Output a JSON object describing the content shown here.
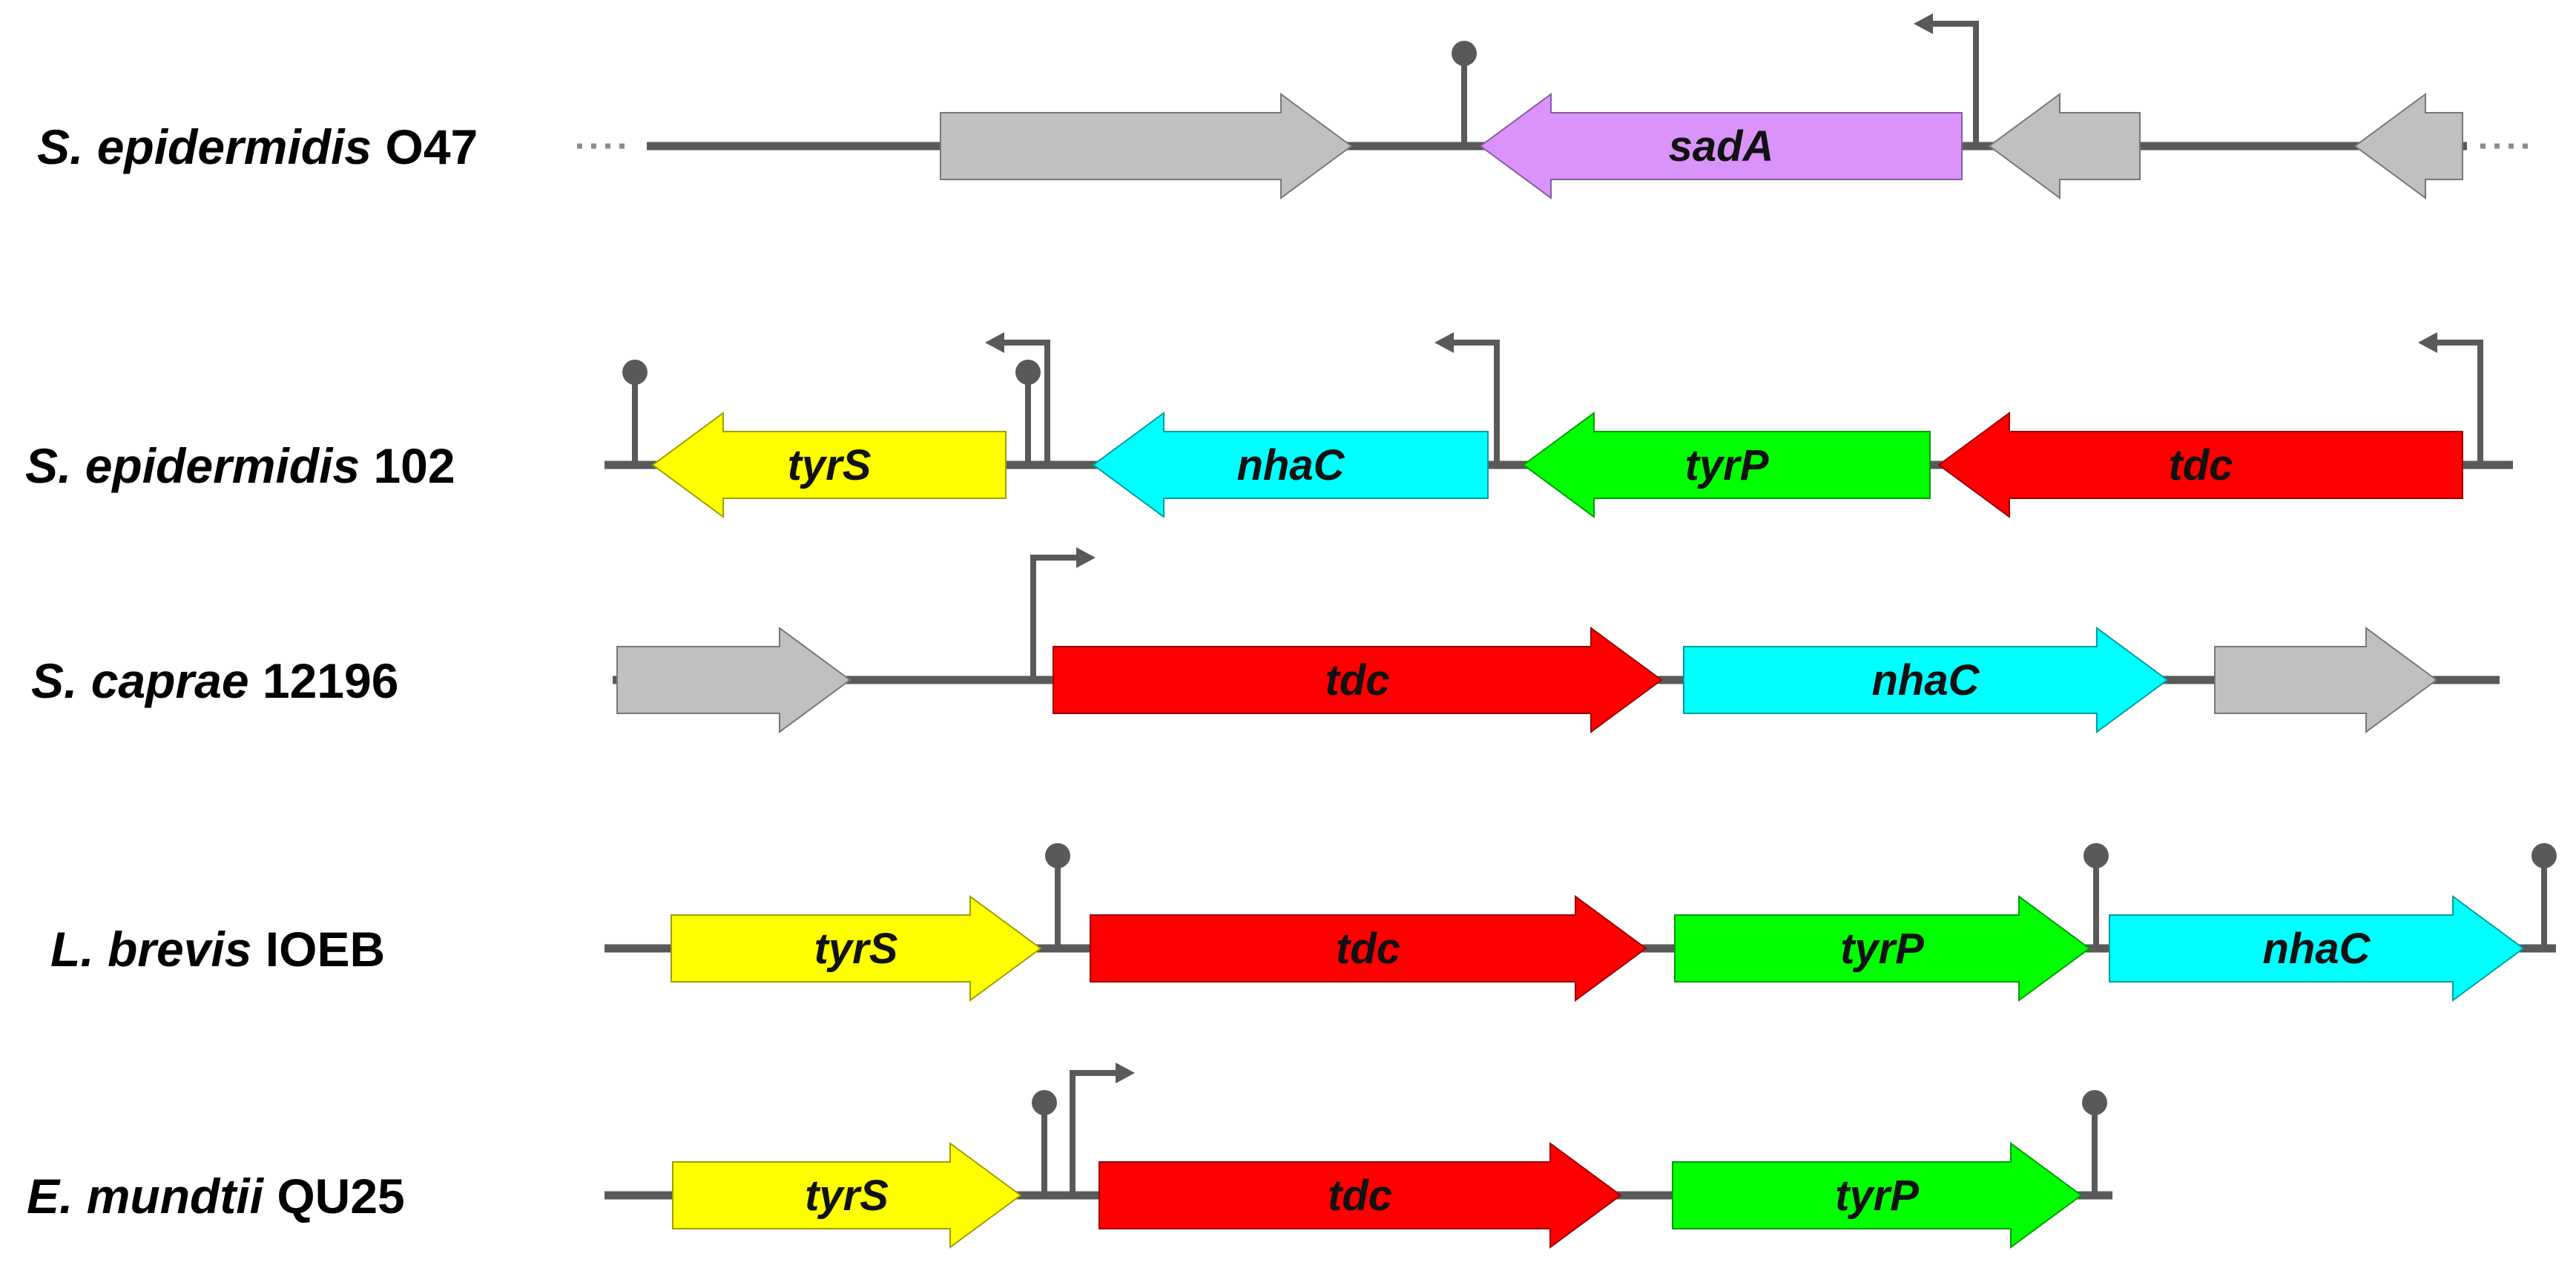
{
  "colors": {
    "tdc": "#ff0000",
    "nhaC": "#00ffff",
    "tyrP": "#00ff00",
    "tyrS": "#ffff00",
    "sadA": "#da93fb",
    "other": "#c0c0c0",
    "backbone": "#595959"
  },
  "organisms": [
    {
      "species": "S. epidermidis",
      "strain": "O47",
      "genes": [
        {
          "name": "",
          "type": "other",
          "dir": "right"
        },
        {
          "name": "sadA",
          "type": "sadA",
          "dir": "left"
        },
        {
          "name": "",
          "type": "other",
          "dir": "left"
        },
        {
          "name": "",
          "type": "other",
          "dir": "left"
        }
      ],
      "symbols": [
        {
          "kind": "terminator"
        },
        {
          "kind": "promoter",
          "dir": "left"
        }
      ]
    },
    {
      "species": "S. epidermidis",
      "strain": "102",
      "genes": [
        {
          "name": "tyrS",
          "type": "tyrS",
          "dir": "left"
        },
        {
          "name": "nhaC",
          "type": "nhaC",
          "dir": "left"
        },
        {
          "name": "tyrP",
          "type": "tyrP",
          "dir": "left"
        },
        {
          "name": "tdc",
          "type": "tdc",
          "dir": "left"
        }
      ],
      "symbols": [
        {
          "kind": "terminator"
        },
        {
          "kind": "terminator"
        },
        {
          "kind": "promoter",
          "dir": "left"
        },
        {
          "kind": "promoter",
          "dir": "left"
        },
        {
          "kind": "promoter",
          "dir": "left"
        }
      ]
    },
    {
      "species": "S. caprae",
      "strain": "12196",
      "genes": [
        {
          "name": "",
          "type": "other",
          "dir": "right"
        },
        {
          "name": "tdc",
          "type": "tdc",
          "dir": "right"
        },
        {
          "name": "nhaC",
          "type": "nhaC",
          "dir": "right"
        },
        {
          "name": "",
          "type": "other",
          "dir": "right"
        }
      ],
      "symbols": [
        {
          "kind": "promoter",
          "dir": "right"
        }
      ]
    },
    {
      "species": "L. brevis",
      "strain": "IOEB",
      "genes": [
        {
          "name": "tyrS",
          "type": "tyrS",
          "dir": "right"
        },
        {
          "name": "tdc",
          "type": "tdc",
          "dir": "right"
        },
        {
          "name": "tyrP",
          "type": "tyrP",
          "dir": "right"
        },
        {
          "name": "nhaC",
          "type": "nhaC",
          "dir": "right"
        }
      ],
      "symbols": [
        {
          "kind": "terminator"
        },
        {
          "kind": "terminator"
        },
        {
          "kind": "terminator"
        }
      ]
    },
    {
      "species": "E. mundtii",
      "strain": "QU25",
      "genes": [
        {
          "name": "tyrS",
          "type": "tyrS",
          "dir": "right"
        },
        {
          "name": "tdc",
          "type": "tdc",
          "dir": "right"
        },
        {
          "name": "tyrP",
          "type": "tyrP",
          "dir": "right"
        }
      ],
      "symbols": [
        {
          "kind": "terminator"
        },
        {
          "kind": "promoter",
          "dir": "right"
        },
        {
          "kind": "terminator"
        }
      ]
    }
  ]
}
